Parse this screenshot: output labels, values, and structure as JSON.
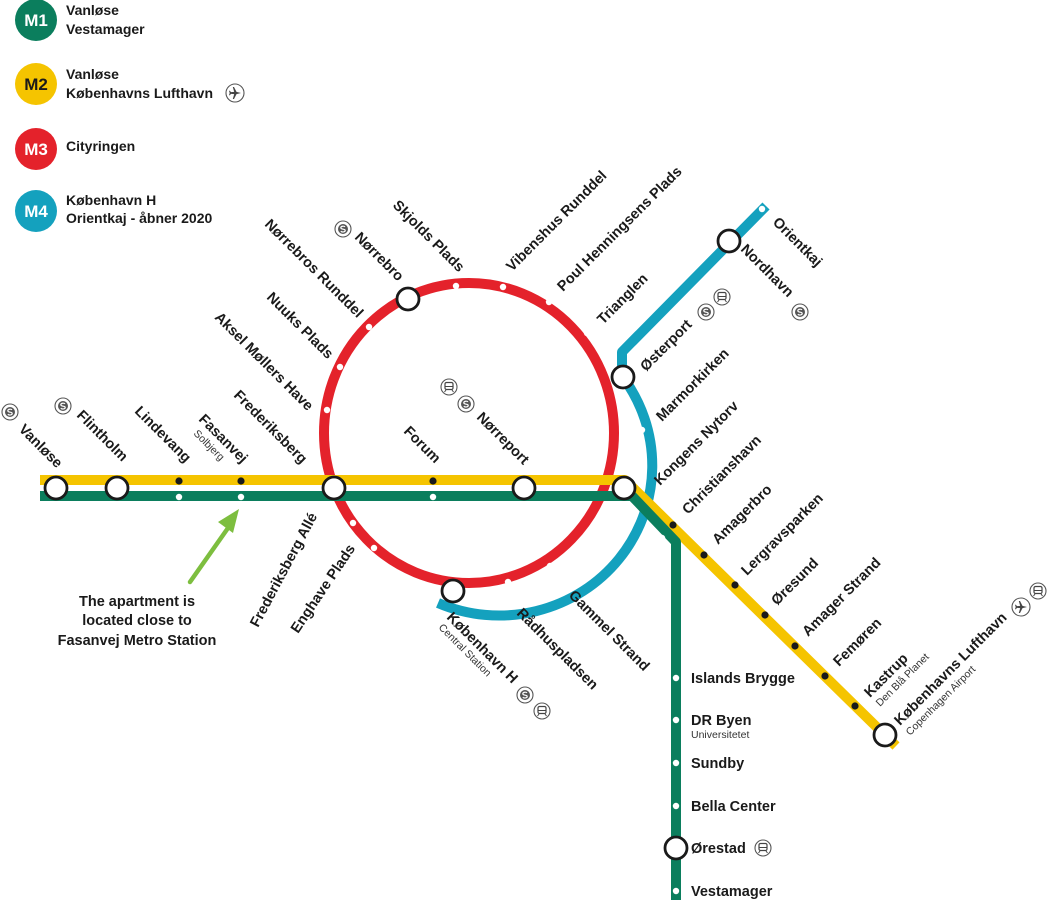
{
  "colors": {
    "m1": "#0B7E5D",
    "m2": "#F5C400",
    "m3": "#E4222B",
    "m4": "#14A1BE"
  },
  "legend": [
    {
      "badge": "M1",
      "lines": [
        "Vanløse",
        "Vestamager"
      ],
      "color_key": "m1",
      "icon": ""
    },
    {
      "badge": "M2",
      "lines": [
        "Vanløse",
        "Københavns Lufthavn"
      ],
      "color_key": "m2",
      "icon": "airplane-icon"
    },
    {
      "badge": "M3",
      "lines": [
        "Cityringen"
      ],
      "color_key": "m3",
      "icon": ""
    },
    {
      "badge": "M4",
      "lines": [
        "København H",
        "Orientkaj - åbner 2020"
      ],
      "color_key": "m4",
      "icon": ""
    }
  ],
  "stations": {
    "vanlose": "Vanløse",
    "flintholm": "Flintholm",
    "lindevang": "Lindevang",
    "fasanvej": "Fasanvej",
    "fasanvej_sub": "Solbjerg",
    "frederiksberg": "Frederiksberg",
    "forum": "Forum",
    "norreport": "Nørreport",
    "kongens_nytorv": "Kongens Nytorv",
    "christianshavn": "Christianshavn",
    "amagerbro": "Amagerbro",
    "lergravsparken": "Lergravsparken",
    "oresund": "Øresund",
    "amager_strand": "Amager Strand",
    "femoren": "Femøren",
    "kastrup": "Kastrup",
    "kastrup_sub": "Den Blå Planet",
    "lufthavn": "Københavns Lufthavn",
    "lufthavn_sub": "Copenhagen Airport",
    "islands_brygge": "Islands Brygge",
    "dr_byen": "DR Byen",
    "dr_byen_sub": "Universitetet",
    "sundby": "Sundby",
    "bella_center": "Bella Center",
    "orestad": "Ørestad",
    "vestamager": "Vestamager",
    "frederiksberg_alle": "Frederiksberg Allé",
    "enghave_plads": "Enghave Plads",
    "kobenhavn_h": "København H",
    "kobenhavn_h_sub": "Central Station",
    "radhuspladsen": "Rådhuspladsen",
    "gammel_strand": "Gammel Strand",
    "marmorkirken": "Marmorkirken",
    "osterport": "Østerport",
    "trianglen": "Trianglen",
    "poul_henningsens_plads": "Poul Henningsens Plads",
    "vibenshus_runddel": "Vibenshus Runddel",
    "skjolds_plads": "Skjolds Plads",
    "norrebro": "Nørrebro",
    "norrebros_runddel": "Nørrebros Runddel",
    "nuuks_plads": "Nuuks Plads",
    "aksel_mollers_have": "Aksel Møllers Have",
    "nordhavn": "Nordhavn",
    "orientkaj": "Orientkaj"
  },
  "annotation": {
    "lines": [
      "The apartment is",
      "located close to",
      "Fasanvej Metro Station"
    ],
    "arrow_color": "#7DBE3F"
  }
}
